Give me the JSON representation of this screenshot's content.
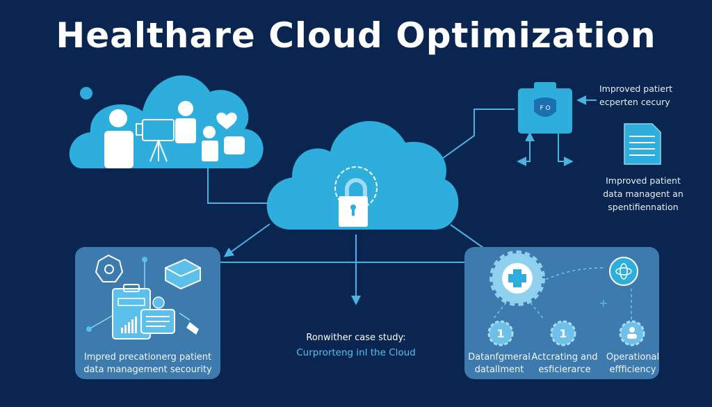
{
  "title": "Healthare Cloud Optimization",
  "colors": {
    "background": "#0a2650",
    "cloud": "#2eaedd",
    "panel": "#3d7aad",
    "line": "#4ab3e0",
    "text": "#ffffff",
    "accent_text": "#4fc3ef"
  },
  "top_left_cloud": {
    "icons": [
      "doctor-icon",
      "camera-on-tripod-icon",
      "staff-icon",
      "person-icon",
      "heart-chat-icon",
      "medical-kit-icon"
    ]
  },
  "center_cloud": {
    "icon": "padlock-gear-icon"
  },
  "top_right": {
    "camera_badge": "F O",
    "label_1": {
      "line1": "Improved patiert",
      "line2": "ecperten cecury"
    },
    "document_icon": "document-icon",
    "label_2": {
      "line1": "Improved patient",
      "line2": "data managent an",
      "line3": "spentifiennation"
    }
  },
  "left_panel": {
    "caption_line1": "Impred precationerg patient",
    "caption_line2": "data management secourity",
    "icons": [
      "network-globe-icon",
      "clipboard-chart-icon",
      "device-box-icon",
      "chat-list-icon",
      "connector-icon"
    ]
  },
  "center_caption": {
    "line1": "Ronwither case study:",
    "line2": "Curprorteng inl the Cloud"
  },
  "right_panel": {
    "gear_icon": "medical-gear-icon",
    "atom_icon": "atom-circle-icon",
    "items": [
      {
        "badge": "1",
        "line1": "Datanfgmeral",
        "line2": "datalIment"
      },
      {
        "badge": "1",
        "line1": "Actcrating and",
        "line2": "esficierarce"
      },
      {
        "badge": "person",
        "line1": "Operational",
        "line2": "effficiency"
      }
    ]
  }
}
